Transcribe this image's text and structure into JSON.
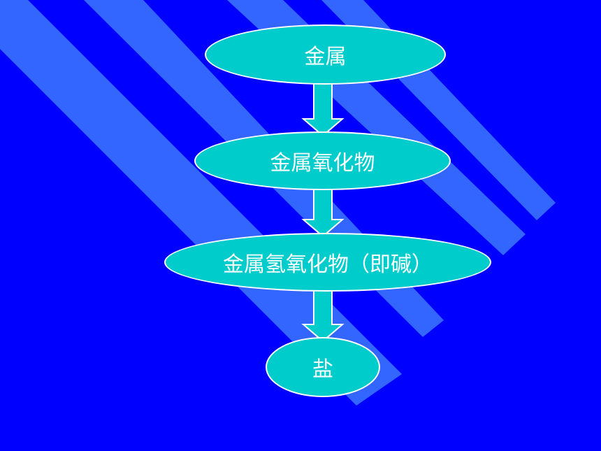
{
  "flow": {
    "nodes": [
      {
        "id": "metal",
        "label": "金属"
      },
      {
        "id": "metal-oxide",
        "label": "金属氧化物"
      },
      {
        "id": "metal-hydroxide",
        "label": "金属氢氧化物（即碱）"
      },
      {
        "id": "salt",
        "label": "盐"
      }
    ]
  },
  "colors": {
    "background": "#0000ff",
    "stripe": "#3366ff",
    "node_fill": "#00cccc",
    "node_border": "#ffffff",
    "text": "#ffffff"
  }
}
